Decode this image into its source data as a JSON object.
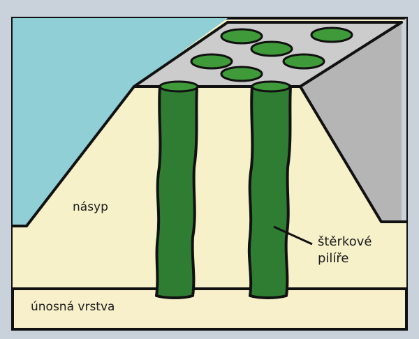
{
  "labels": {
    "embankment": "násyp",
    "bearing_layer": "únosná vrstva",
    "gravel_piles_line1": "štěrkové",
    "gravel_piles_line2": "pilíře"
  },
  "colors": {
    "background": "#c9d2da",
    "water": "#91cfd6",
    "embankment_fill": "#f6f1c9",
    "bearing_layer_fill": "#f6f1c9",
    "road_surface": "#cccccc",
    "road_side": "#b5b5b5",
    "gravel_pile": "#2e7d32",
    "pile_top": "#3f9a3a",
    "outline": "#111111"
  }
}
